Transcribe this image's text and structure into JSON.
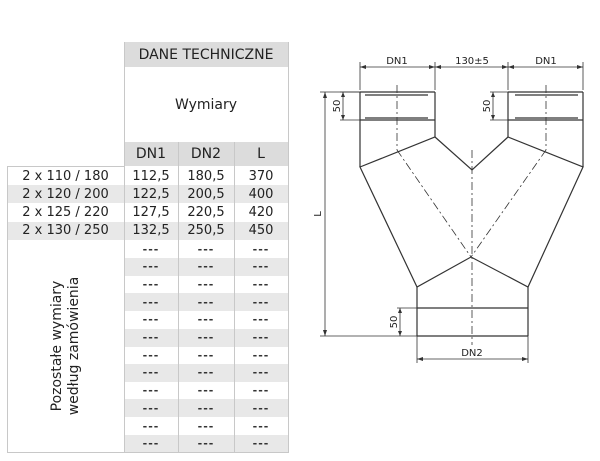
{
  "table": {
    "title": "DANE TECHNICZNE",
    "subtitle": "Wymiary",
    "columns": [
      "DN1",
      "DN2",
      "L"
    ],
    "rows": [
      {
        "label": "2 x 110 / 180",
        "dn1": "112,5",
        "dn2": "180,5",
        "l": "370"
      },
      {
        "label": "2 x 120 / 200",
        "dn1": "122,5",
        "dn2": "200,5",
        "l": "400"
      },
      {
        "label": "2 x 125 / 220",
        "dn1": "127,5",
        "dn2": "220,5",
        "l": "420"
      },
      {
        "label": "2 x 130 / 250",
        "dn1": "132,5",
        "dn2": "250,5",
        "l": "450"
      }
    ],
    "other_label_line1": "Pozostałe wymiary",
    "other_label_line2": "według zamówienia",
    "placeholder": "---",
    "placeholder_row_count": 12
  },
  "drawing": {
    "dim_dn1_left": "DN1",
    "dim_gap": "130±5",
    "dim_dn1_right": "DN1",
    "dim_collar_left": "50",
    "dim_collar_right": "50",
    "dim_collar_bottom": "50",
    "dim_length": "L",
    "dim_dn2": "DN2"
  }
}
